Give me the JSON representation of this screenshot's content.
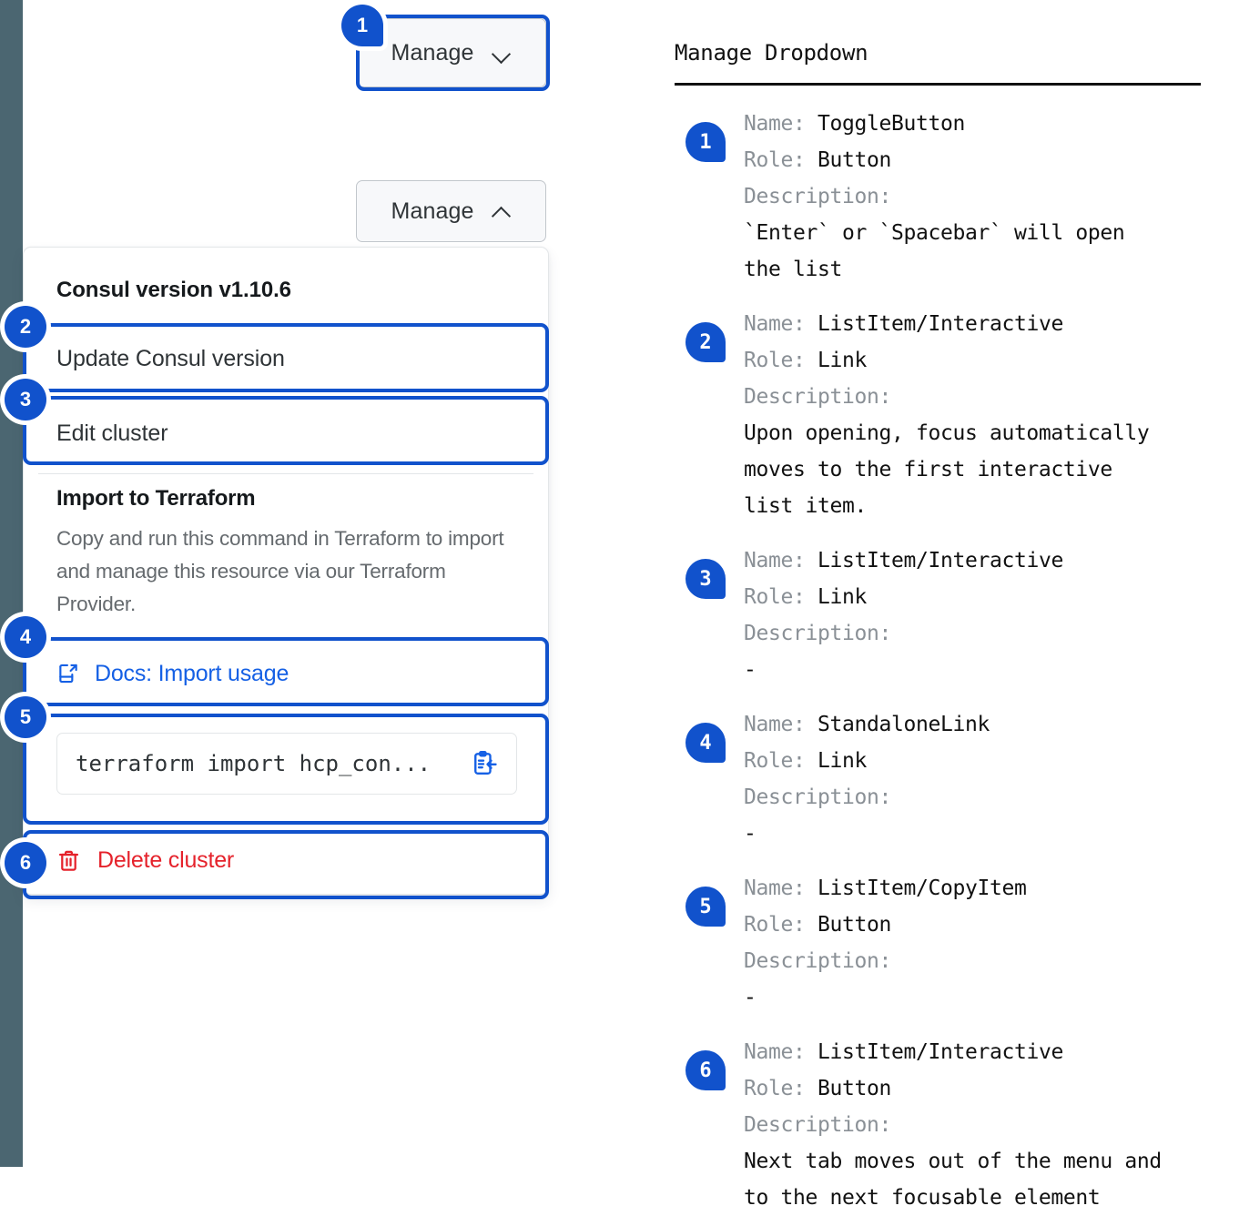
{
  "colors": {
    "accent": "#1152cc",
    "link": "#1560e5",
    "danger": "#e5222b",
    "rail": "#4b6671",
    "muted": "#8a9096"
  },
  "ui": {
    "toggle_closed": {
      "label": "Manage",
      "icon": "chevron-down-icon"
    },
    "toggle_open": {
      "label": "Manage",
      "icon": "chevron-up-icon"
    },
    "dropdown": {
      "version_heading": "Consul version v1.10.6",
      "items": [
        {
          "label": "Update Consul version"
        },
        {
          "label": "Edit cluster"
        }
      ],
      "terraform": {
        "title": "Import to Terraform",
        "description": "Copy and run this command in Terraform to import and manage this resource via our Terraform Provider.",
        "docs_link": "Docs: Import usage",
        "docs_icon": "external-doc-link-icon",
        "command": "terraform import hcp_con...",
        "copy_icon": "clipboard-copy-icon"
      },
      "delete": {
        "label": "Delete cluster",
        "icon": "trash-icon"
      }
    },
    "markers": [
      "1",
      "2",
      "3",
      "4",
      "5",
      "6"
    ]
  },
  "annotations": {
    "title": "Manage Dropdown",
    "labels": {
      "name": "Name:",
      "role": "Role:",
      "description": "Description:"
    },
    "entries": [
      {
        "marker": "1",
        "name": "ToggleButton",
        "role": "Button",
        "description": "`Enter` or `Spacebar` will open\nthe list"
      },
      {
        "marker": "2",
        "name": "ListItem/Interactive",
        "role": "Link",
        "description": "Upon opening, focus automatically\nmoves to the first interactive\nlist item."
      },
      {
        "marker": "3",
        "name": "ListItem/Interactive",
        "role": "Link",
        "description": "-"
      },
      {
        "marker": "4",
        "name": "StandaloneLink",
        "role": "Link",
        "description": "-"
      },
      {
        "marker": "5",
        "name": "ListItem/CopyItem",
        "role": "Button",
        "description": "-"
      },
      {
        "marker": "6",
        "name": "ListItem/Interactive",
        "role": "Button",
        "description": "Next tab moves out of the menu and\nto the next focusable element"
      }
    ]
  }
}
